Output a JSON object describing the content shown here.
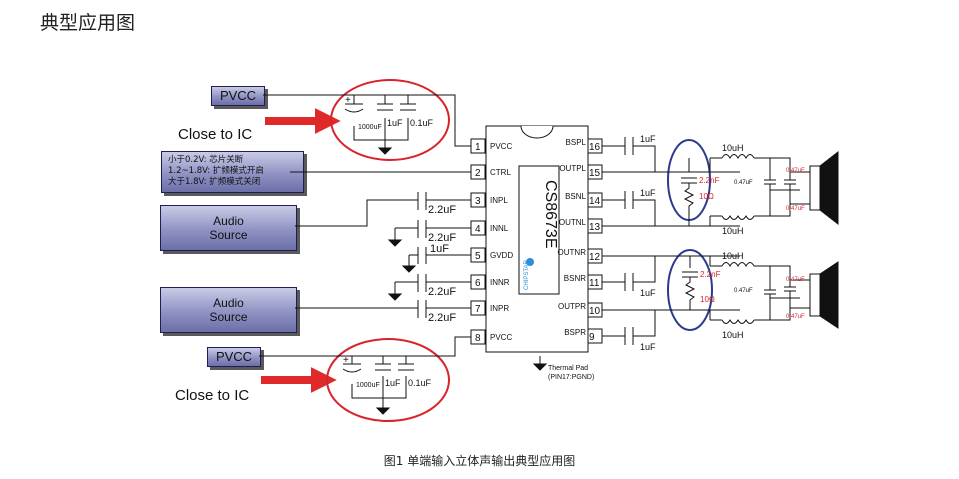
{
  "title": "典型应用图",
  "caption": "图1    单端输入立体声输出典型应用图",
  "close_label": "Close to IC",
  "pvcc_label": "PVCC",
  "ctrl_lines": [
    "小于0.2V: 芯片关断",
    "1.2~1.8V: 扩频模式开启",
    "大于1.8V: 扩频模式关闭"
  ],
  "audio_source": [
    "Audio",
    "Source"
  ],
  "chip": {
    "name": "CS8673E",
    "logo": "CHIPSTAR"
  },
  "left_pins": [
    {
      "num": "1",
      "name": "PVCC"
    },
    {
      "num": "2",
      "name": "CTRL"
    },
    {
      "num": "3",
      "name": "INPL"
    },
    {
      "num": "4",
      "name": "INNL"
    },
    {
      "num": "5",
      "name": "GVDD"
    },
    {
      "num": "6",
      "name": "INNR"
    },
    {
      "num": "7",
      "name": "INPR"
    },
    {
      "num": "8",
      "name": "PVCC"
    }
  ],
  "right_pins": [
    {
      "num": "16",
      "name": "BSPL"
    },
    {
      "num": "15",
      "name": "OUTPL"
    },
    {
      "num": "14",
      "name": "BSNL"
    },
    {
      "num": "13",
      "name": "OUTNL"
    },
    {
      "num": "12",
      "name": "OUTNR"
    },
    {
      "num": "11",
      "name": "BSNR"
    },
    {
      "num": "10",
      "name": "OUTPR"
    },
    {
      "num": "9",
      "name": "BSPR"
    }
  ],
  "thermal_pad": [
    "Thermal Pad",
    "(PIN17:PGND)"
  ],
  "caps": {
    "c1000": "1000uF",
    "c1": "1uF",
    "c01": "0.1uF",
    "c22": "2.2uF",
    "c22n": "2.2nF",
    "c047": "0.47uF"
  },
  "parts": {
    "inductor": "10uH",
    "resistor": "10Ω",
    "plus": "+"
  },
  "colors": {
    "annotation_red": "#d9232b",
    "annotation_blue": "#2b3a8f",
    "box_dark": "#1f1f55"
  }
}
